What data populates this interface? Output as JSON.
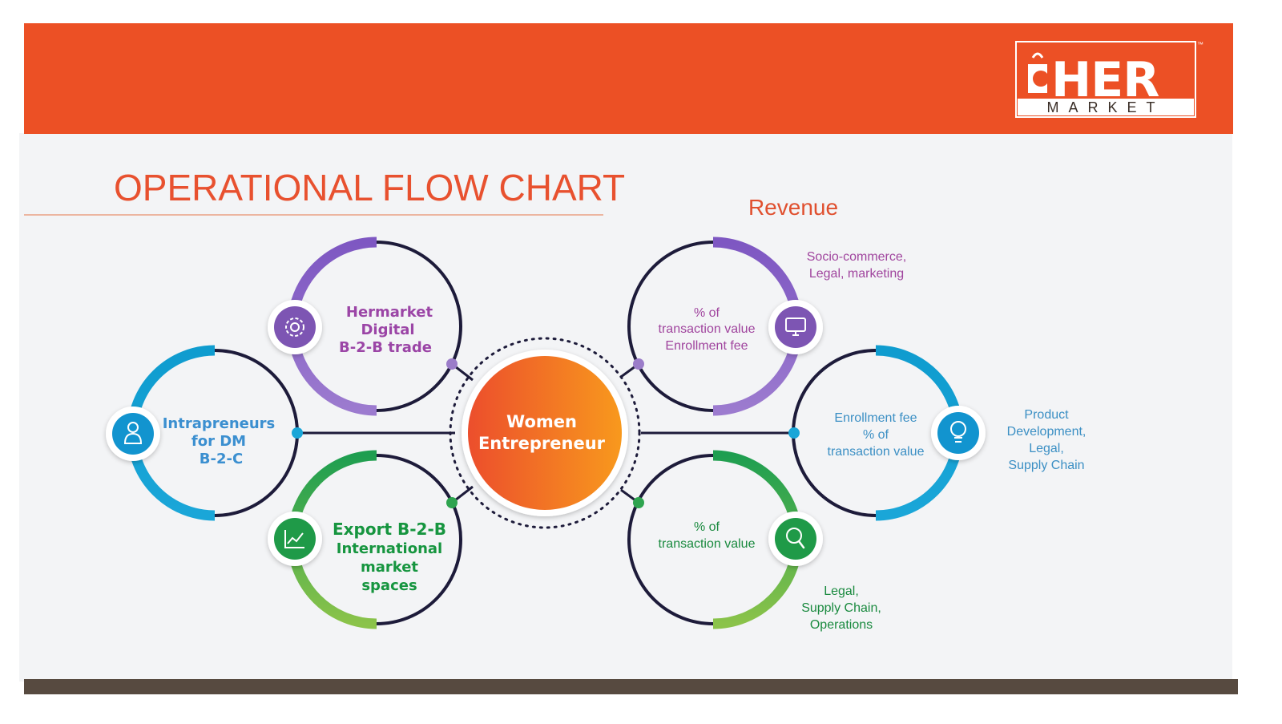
{
  "header": {
    "background": "#ec5025",
    "logo_word": "HER",
    "logo_sub": "MARKET",
    "logo_tm": "™"
  },
  "title": "OPERATIONAL FLOW CHART",
  "revenue_heading": "Revenue",
  "center": {
    "line1": "Women",
    "line2": "Entrepreneur"
  },
  "left_nodes": [
    {
      "icon": "gear-icon",
      "color": "#9b59b6",
      "lines": [
        "Hermarket",
        "Digital",
        "B-2-B trade"
      ]
    },
    {
      "icon": "person-icon",
      "color": "#1ba1d8",
      "lines": [
        "Intrapreneurs",
        "for DM",
        "B-2-C"
      ]
    },
    {
      "icon": "chart-icon",
      "color": "#16a34a",
      "lines": [
        "Export B-2-B",
        "International",
        "market",
        "spaces"
      ]
    }
  ],
  "right_nodes": [
    {
      "icon": "monitor-icon",
      "color": "#a0459e",
      "inner": [
        "% of",
        "transaction value",
        "Enrollment fee"
      ],
      "outer": [
        "Socio-commerce,",
        "Legal, marketing"
      ]
    },
    {
      "icon": "bulb-icon",
      "color": "#3b8fc4",
      "inner": [
        "Enrollment fee",
        "% of",
        "transaction value"
      ],
      "outer": [
        "Product",
        "Development,",
        "Legal,",
        "Supply Chain"
      ]
    },
    {
      "icon": "search-icon",
      "color": "#1a8a3f",
      "inner": [
        "% of",
        "transaction value"
      ],
      "outer": [
        "Legal,",
        "Supply Chain,",
        "Operations"
      ]
    }
  ],
  "colors": {
    "orange": "#ec5025",
    "purple": "#8a64b8",
    "blue": "#1e9fd2",
    "green": "#2ea44f",
    "dark": "#1d1b3a",
    "footer": "#574a40"
  }
}
